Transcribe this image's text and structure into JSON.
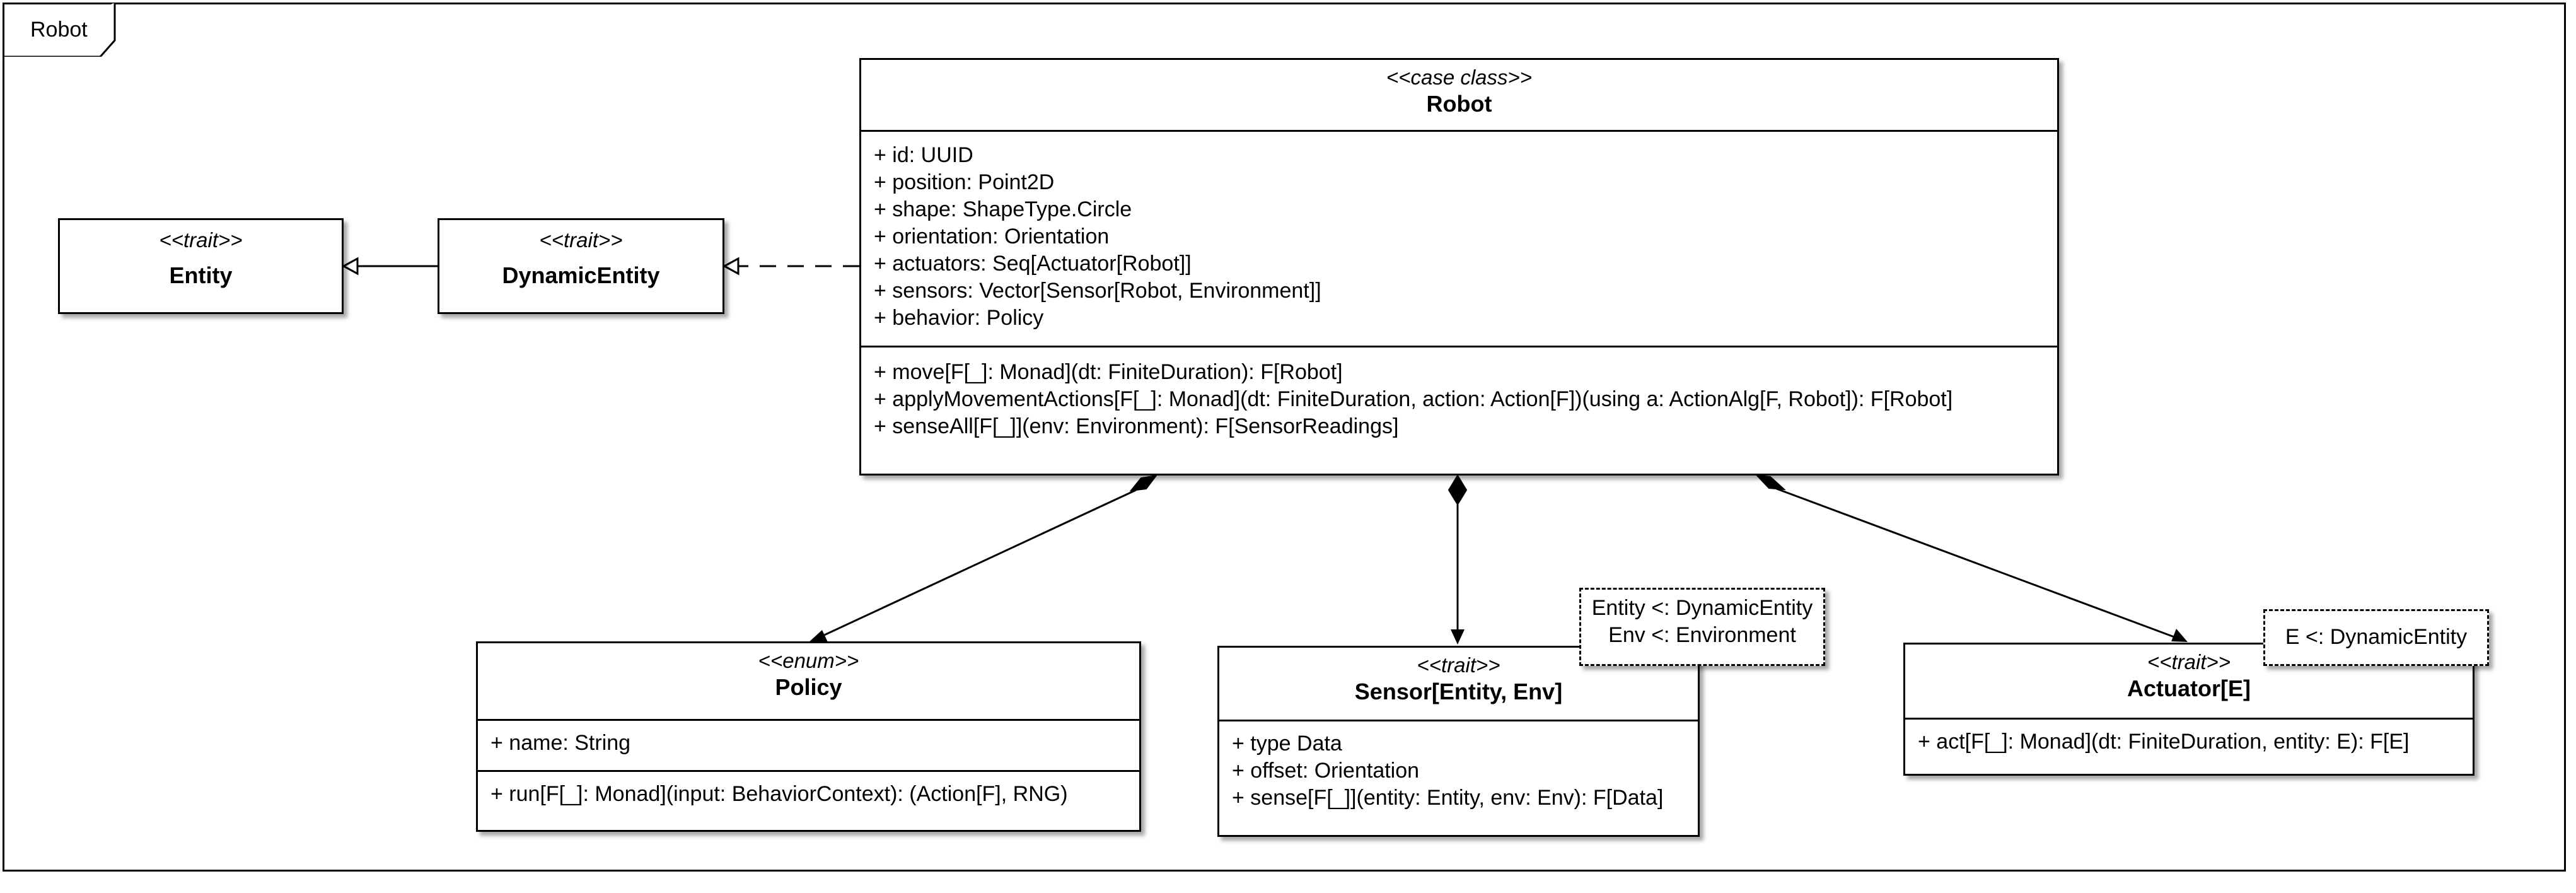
{
  "frame": {
    "label": "Robot"
  },
  "classes": {
    "robot": {
      "stereotype": "<<case class>>",
      "name": "Robot",
      "attributes": [
        "+ id: UUID",
        "+ position: Point2D",
        "+ shape: ShapeType.Circle",
        "+ orientation: Orientation",
        "+ actuators: Seq[Actuator[Robot]]",
        "+ sensors: Vector[Sensor[Robot, Environment]]",
        "+ behavior: Policy"
      ],
      "methods": [
        "+ move[F[_]: Monad](dt: FiniteDuration): F[Robot]",
        "+ applyMovementActions[F[_]: Monad](dt: FiniteDuration, action: Action[F])(using a: ActionAlg[F, Robot]): F[Robot]",
        "+ senseAll[F[_]](env: Environment): F[SensorReadings]"
      ]
    },
    "entity": {
      "stereotype": "<<trait>>",
      "name": "Entity"
    },
    "dynamic_entity": {
      "stereotype": "<<trait>>",
      "name": "DynamicEntity"
    },
    "policy": {
      "stereotype": "<<enum>>",
      "name": "Policy",
      "attributes": [
        "+ name: String"
      ],
      "methods": [
        "+ run[F[_]: Monad](input: BehaviorContext): (Action[F], RNG)"
      ]
    },
    "sensor": {
      "stereotype": "<<trait>>",
      "name": "Sensor[Entity, Env]",
      "members": [
        "+ type Data",
        "+ offset: Orientation",
        "+ sense[F[_]](entity: Entity, env: Env): F[Data]"
      ],
      "type_params": [
        "Entity <: DynamicEntity",
        "Env <: Environment"
      ]
    },
    "actuator": {
      "stereotype": "<<trait>>",
      "name": "Actuator[E]",
      "members": [
        "+ act[F[_]: Monad](dt: FiniteDuration, entity: E): F[E]"
      ],
      "type_params": [
        "E <: DynamicEntity"
      ]
    }
  },
  "relationships": [
    {
      "from": "dynamic_entity",
      "to": "entity",
      "kind": "generalization"
    },
    {
      "from": "robot",
      "to": "dynamic_entity",
      "kind": "realization"
    },
    {
      "from": "robot",
      "to": "policy",
      "kind": "composition"
    },
    {
      "from": "robot",
      "to": "sensor",
      "kind": "composition"
    },
    {
      "from": "robot",
      "to": "actuator",
      "kind": "composition"
    }
  ]
}
